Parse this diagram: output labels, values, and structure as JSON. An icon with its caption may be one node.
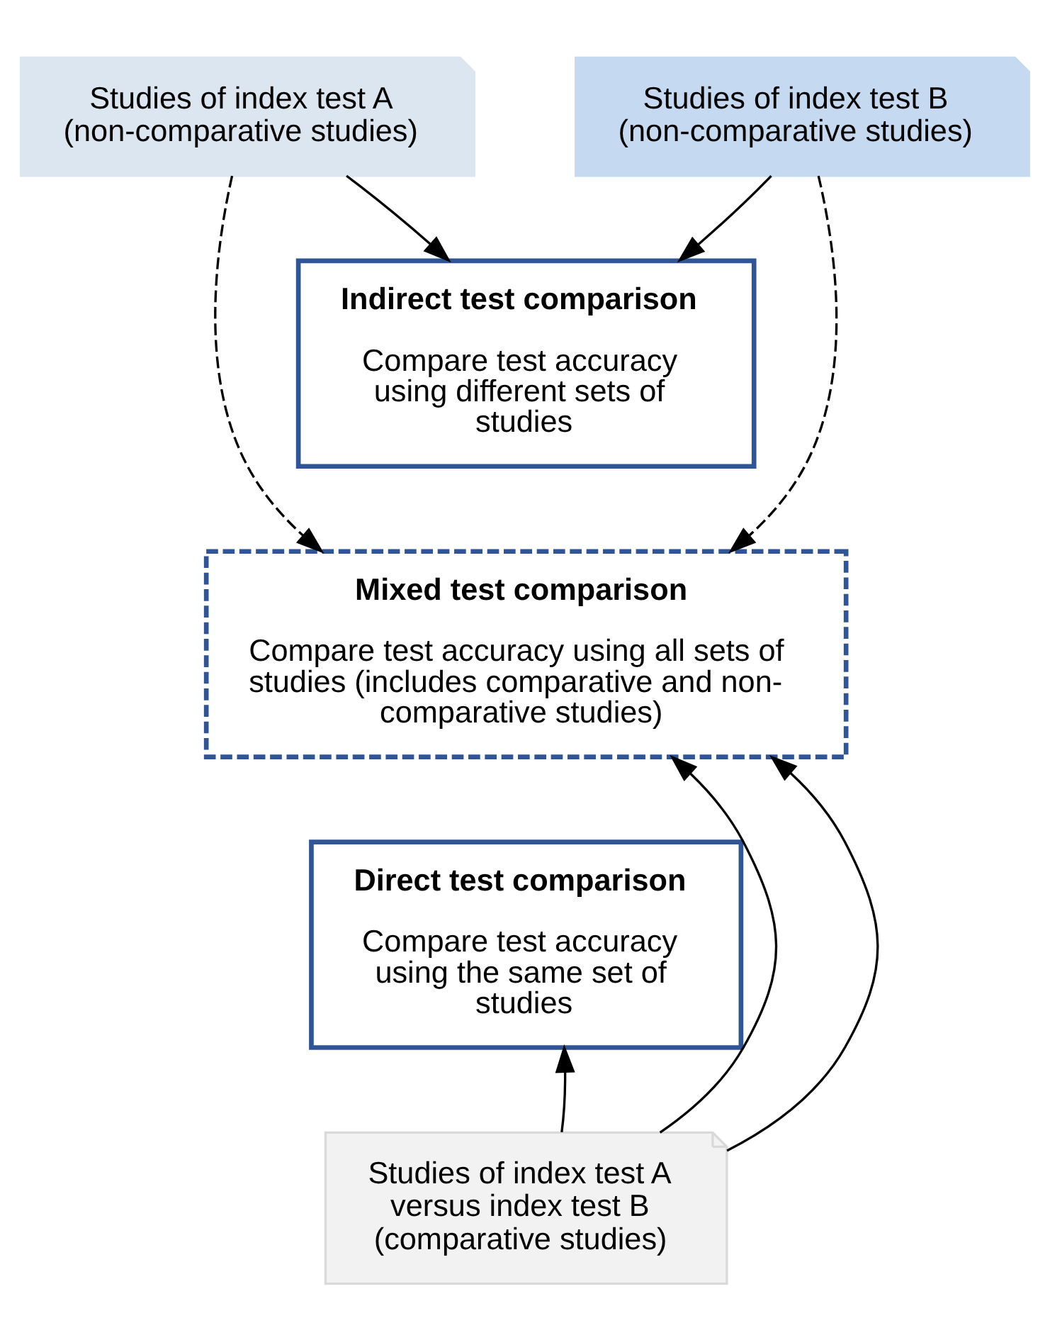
{
  "diagram": {
    "nodes": [
      {
        "text": [
          "Studies of index test A (non-comparative studies)"
        ]
      },
      {
        "text": [
          "Studies of index test B (non-comparative studies)"
        ]
      },
      {
        "text": [
          "Indirect test comparison",
          "Compare test accuracy using different sets of studies"
        ]
      },
      {
        "text": [
          "Mixed test comparison",
          "Compare test accuracy using all sets of studies (includes comparative and non-comparative studies)"
        ]
      },
      {
        "text": [
          "Direct test comparison",
          "Compare test accuracy using the same set of studies"
        ]
      },
      {
        "text": [
          "Studies of index test A versus index test B (comparative studies)"
        ]
      }
    ],
    "edges": [
      {
        "from": 0,
        "to": 2,
        "arrow": "to"
      },
      {
        "from": 1,
        "to": 2,
        "arrow": "to"
      },
      {
        "from": 0,
        "to": 3,
        "arrow": "to",
        "style": "dashed"
      },
      {
        "from": 1,
        "to": 3,
        "arrow": "to",
        "style": "dashed"
      },
      {
        "from": 5,
        "to": 3,
        "arrow": "to"
      },
      {
        "from": 5,
        "to": 3,
        "arrow": "to"
      },
      {
        "from": 5,
        "to": 4,
        "arrow": "to"
      }
    ]
  }
}
